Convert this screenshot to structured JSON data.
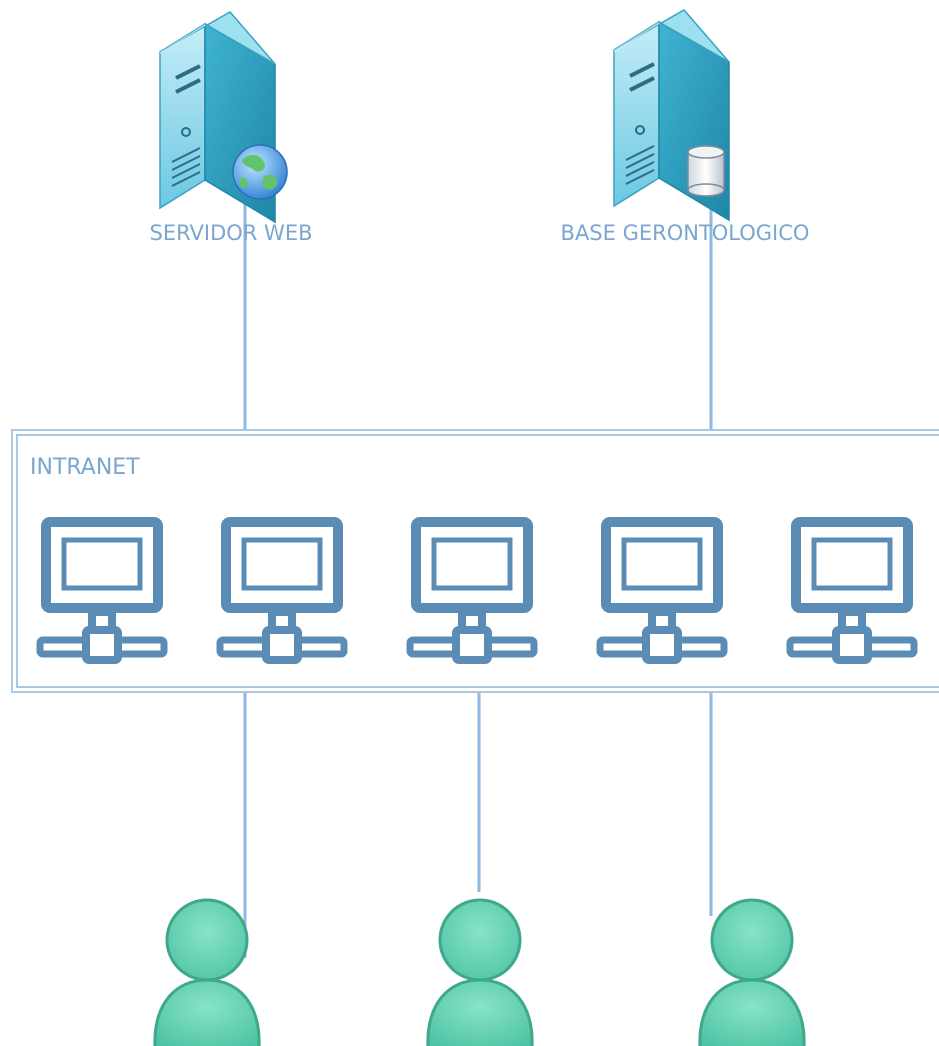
{
  "servers": [
    {
      "id": "web",
      "label": "SERVIDOR WEB",
      "badge": "globe-icon"
    },
    {
      "id": "db",
      "label": "BASE GERONTOLOGICO",
      "badge": "database-icon"
    }
  ],
  "network": {
    "label": "INTRANET",
    "workstation_count": 5
  },
  "users": {
    "count": 3,
    "icon": "user-icon"
  },
  "colors": {
    "line": "#8fb9e0",
    "label": "#7aa6cf",
    "workstation": "#5b8cb6",
    "user": "#5ec8ad",
    "server_front": "#7fd0e6",
    "server_side": "#2c9cba"
  }
}
